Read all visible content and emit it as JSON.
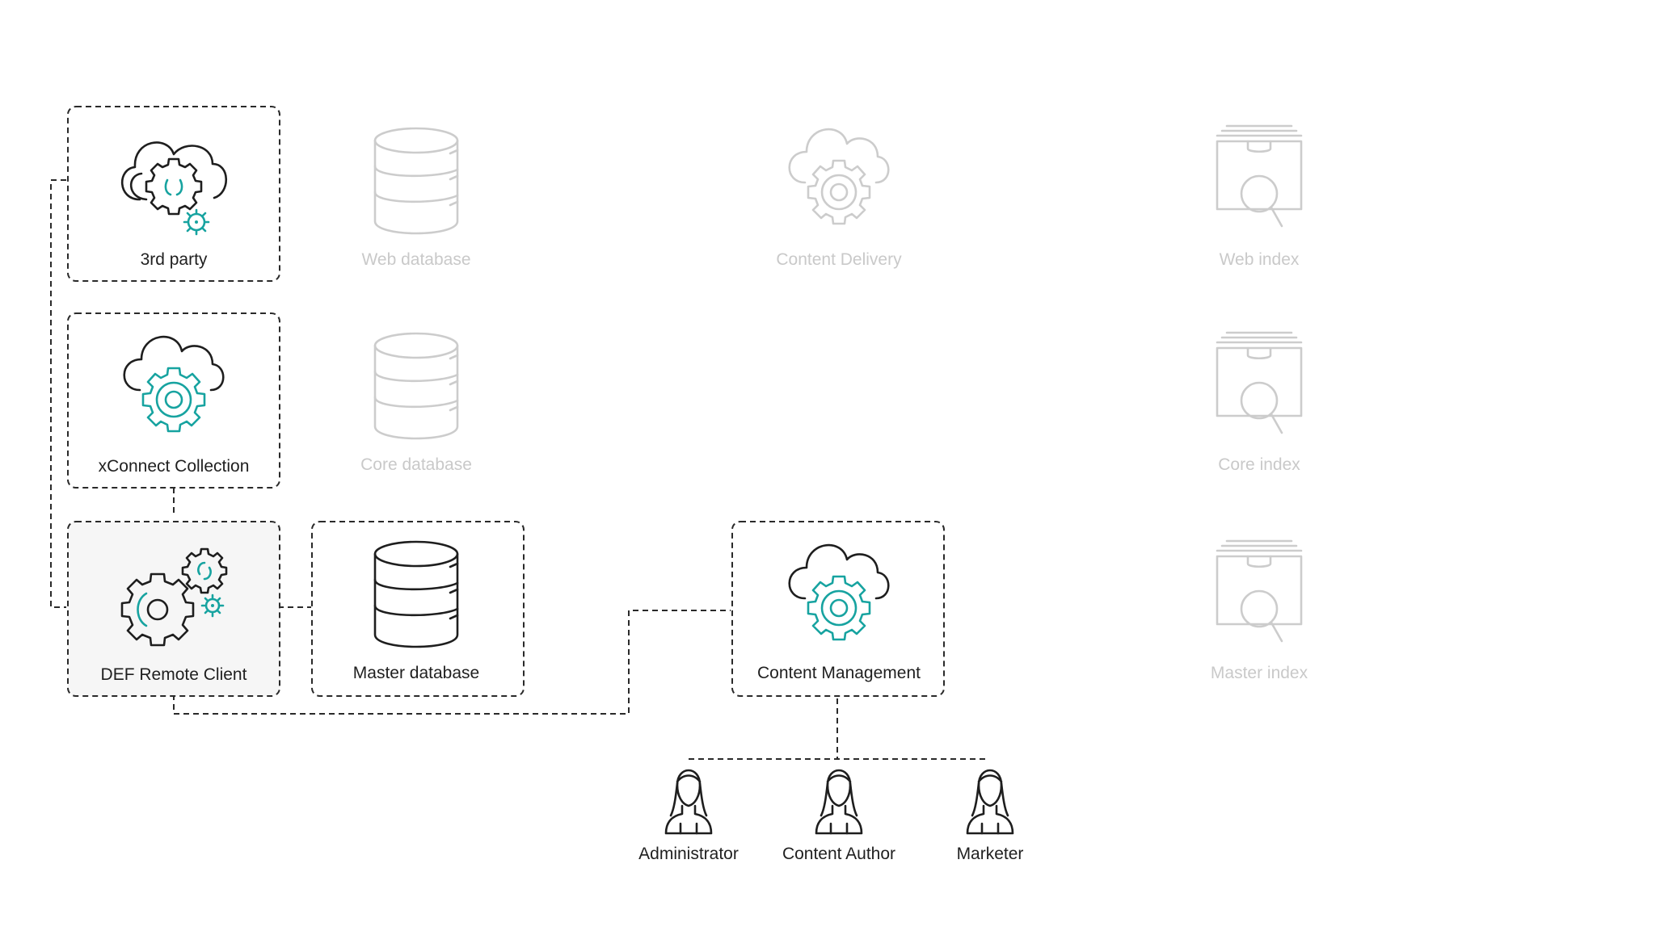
{
  "colors": {
    "accent": "#17a3a0",
    "active": "#1e1e1e",
    "inactive": "#cccccc",
    "connector": "#2a2a2a"
  },
  "nodes": {
    "third_party": {
      "label": "3rd party",
      "icon": "cloud-gears-icon"
    },
    "web_database": {
      "label": "Web database",
      "icon": "database-icon"
    },
    "content_delivery": {
      "label": "Content Delivery",
      "icon": "cloud-gear-icon"
    },
    "web_index": {
      "label": "Web index",
      "icon": "search-index-icon"
    },
    "xconnect_collection": {
      "label": "xConnect Collection",
      "icon": "cloud-gear-icon"
    },
    "core_database": {
      "label": "Core database",
      "icon": "database-icon"
    },
    "core_index": {
      "label": "Core index",
      "icon": "search-index-icon"
    },
    "def_remote_client": {
      "label": "DEF Remote Client",
      "icon": "gears-icon"
    },
    "master_database": {
      "label": "Master database",
      "icon": "database-icon"
    },
    "content_management": {
      "label": "Content Management",
      "icon": "cloud-gear-icon"
    },
    "master_index": {
      "label": "Master index",
      "icon": "search-index-icon"
    }
  },
  "users": {
    "administrator": {
      "label": "Administrator",
      "icon": "user-icon"
    },
    "content_author": {
      "label": "Content Author",
      "icon": "user-icon"
    },
    "marketer": {
      "label": "Marketer",
      "icon": "user-icon"
    }
  }
}
